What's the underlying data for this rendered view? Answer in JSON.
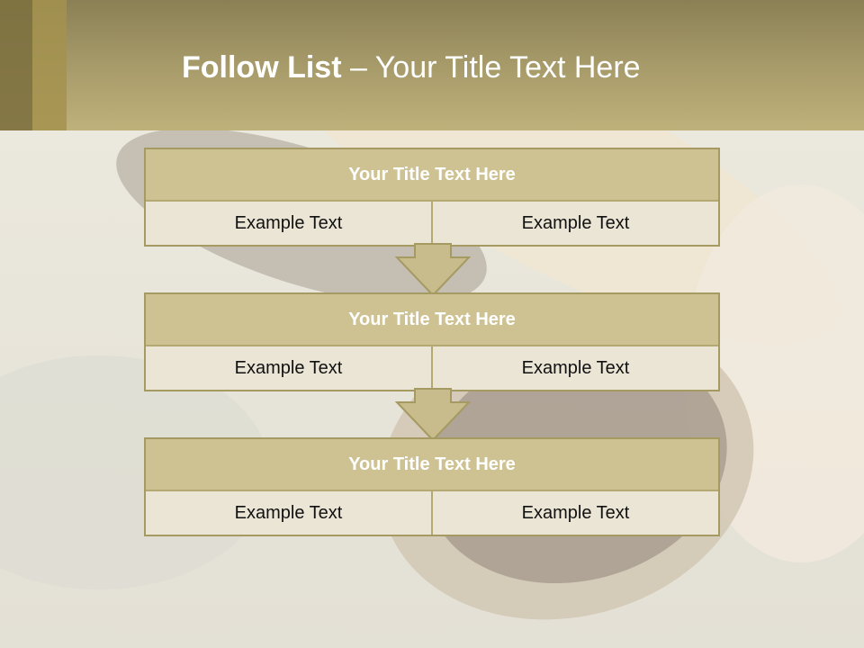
{
  "header": {
    "title_bold": "Follow List",
    "title_rest": " – Your Title Text Here"
  },
  "blocks": [
    {
      "title": "Your Title Text Here",
      "cells": [
        "Example Text",
        "Example Text"
      ]
    },
    {
      "title": "Your Title Text Here",
      "cells": [
        "Example Text",
        "Example Text"
      ]
    },
    {
      "title": "Your Title Text Here",
      "cells": [
        "Example Text",
        "Example Text"
      ]
    }
  ],
  "colors": {
    "header": "#a49868",
    "block_head": "#cec293",
    "block_cell": "#ebe5d6",
    "border": "#a69a63"
  }
}
